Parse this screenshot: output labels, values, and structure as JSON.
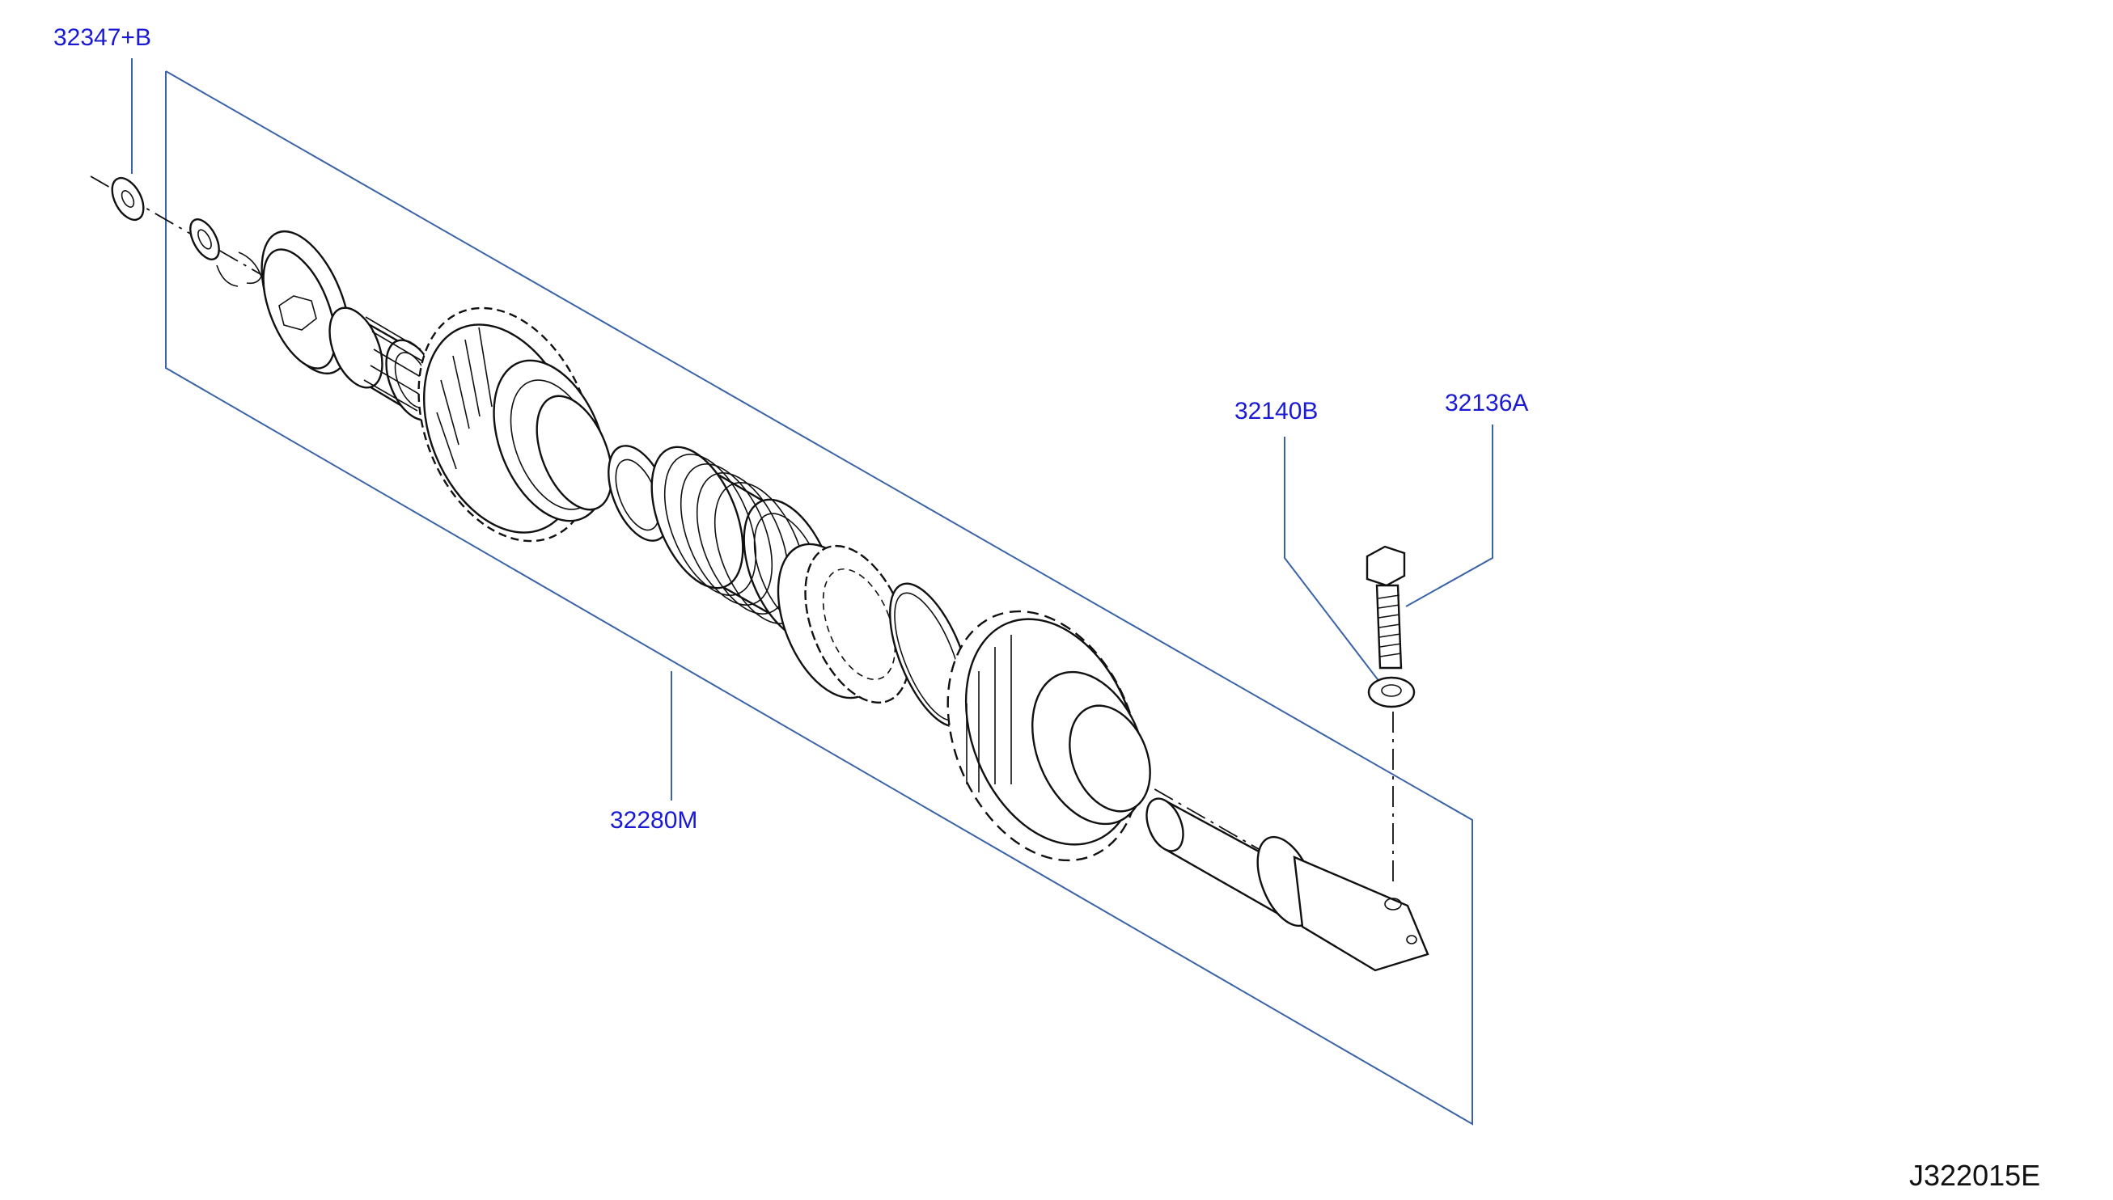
{
  "diagram": {
    "drawing_code": "J322015E",
    "callouts": [
      {
        "id": "part-32347b",
        "text": "32347+B"
      },
      {
        "id": "part-32140b",
        "text": "32140B"
      },
      {
        "id": "part-32136a",
        "text": "32136A"
      },
      {
        "id": "part-32280m",
        "text": "32280M"
      }
    ],
    "colors": {
      "callout_text": "#1a1ad4",
      "leader_lines": "#3a63a8",
      "line_art": "#111111",
      "background": "#ffffff"
    },
    "parts_depicted": [
      "thrust-washer-icon",
      "snap-ring-icon",
      "thrust-plate-icon",
      "needle-bearing-icon",
      "helical-gear-icon",
      "bushing-ring-icon",
      "synchro-sleeve-icon",
      "hub-icon",
      "retaining-ring-icon",
      "spur-gear-icon",
      "reverse-idler-shaft-icon",
      "bolt-icon",
      "lock-washer-icon"
    ]
  }
}
